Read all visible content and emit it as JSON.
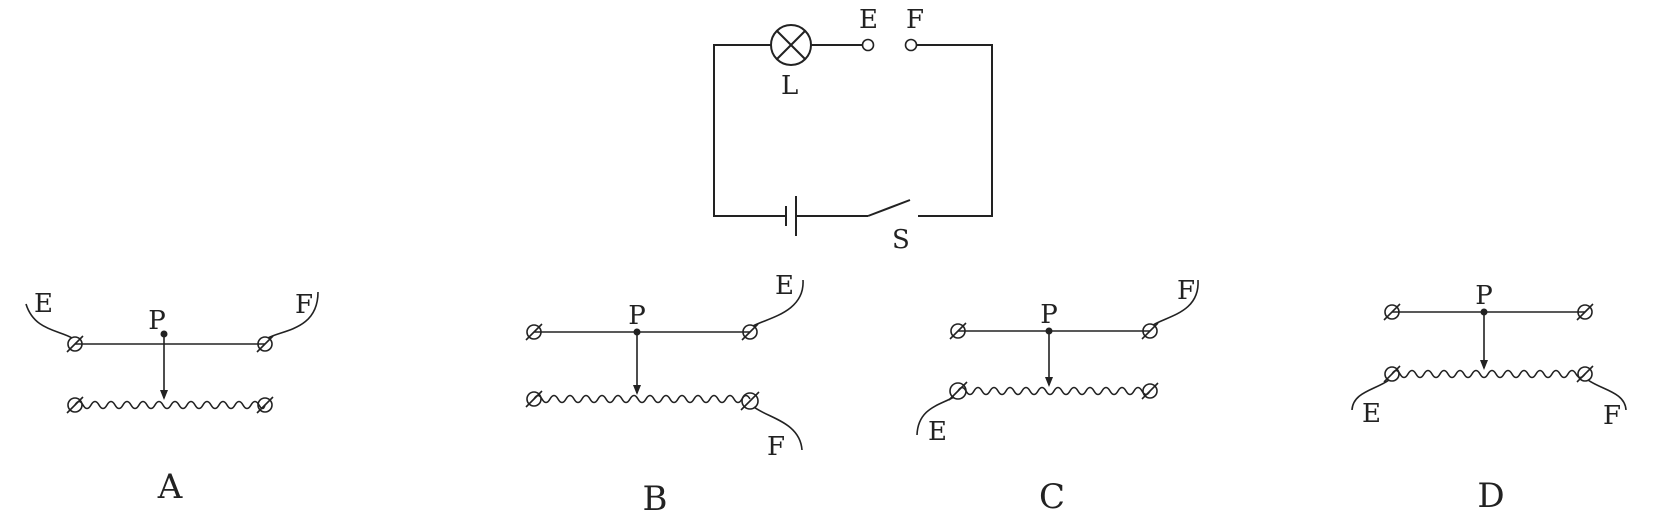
{
  "circuit": {
    "lamp_label": "L",
    "terminal_e_label": "E",
    "terminal_f_label": "F",
    "switch_label": "S"
  },
  "options": [
    {
      "caption": "A",
      "p_label": "P",
      "e_label": "E",
      "f_label": "F"
    },
    {
      "caption": "B",
      "p_label": "P",
      "e_label": "E",
      "f_label": "F"
    },
    {
      "caption": "C",
      "p_label": "P",
      "e_label": "E",
      "f_label": "F"
    },
    {
      "caption": "D",
      "p_label": "P",
      "e_label": "E",
      "f_label": "F"
    }
  ]
}
